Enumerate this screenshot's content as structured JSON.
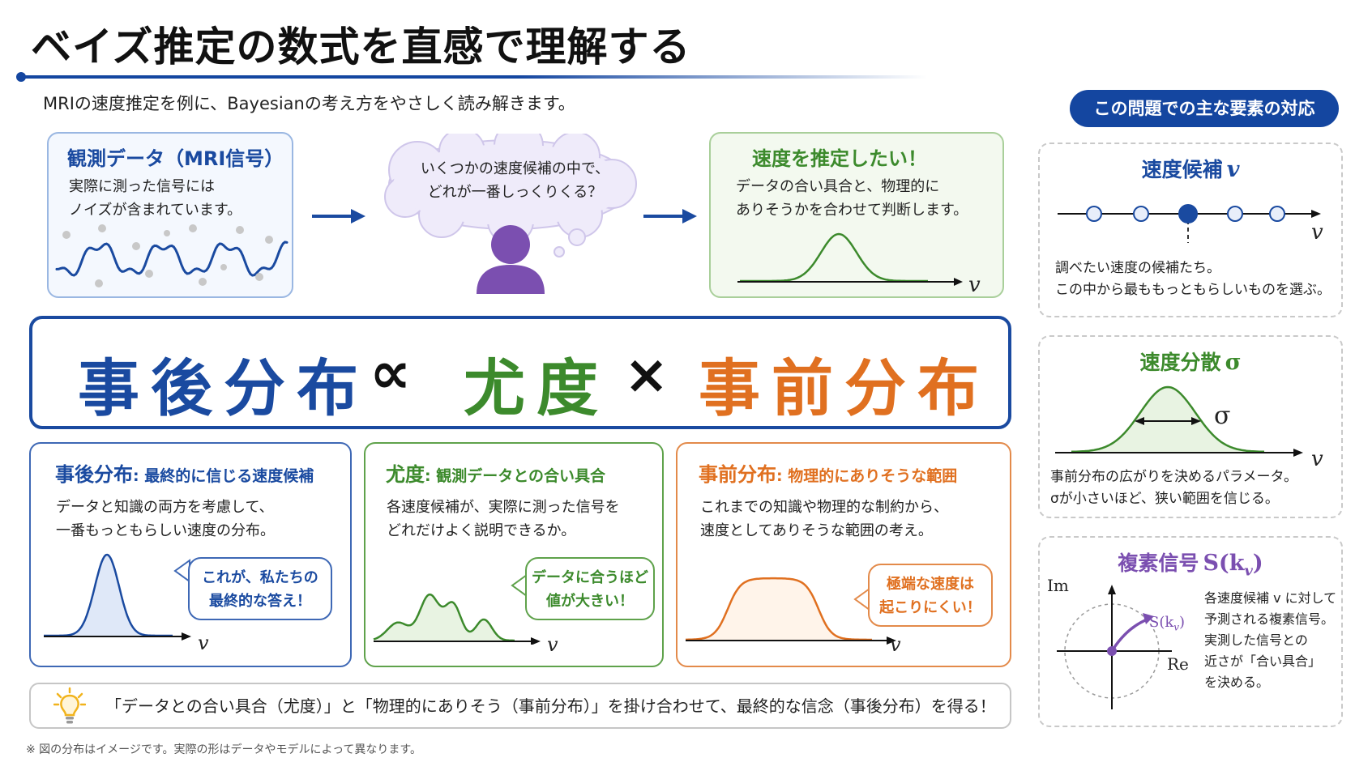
{
  "header": {
    "title": "ベイズ推定の数式を直感で理解する",
    "subtitle": "MRIの速度推定を例に、Bayesianの考え方をやさしく読み解きます。"
  },
  "top_row": {
    "observation": {
      "title": "観測データ（MRI信号）",
      "lines": [
        "実際に測った信号には",
        "ノイズが含まれています。"
      ]
    },
    "thought": {
      "lines": [
        "いくつかの速度候補の中で、",
        "どれが一番しっくりくる？"
      ]
    },
    "estimate": {
      "title": "速度を推定したい！",
      "lines": [
        "データの合い具合と、物理的に",
        "ありそうかを合わせて判断します。"
      ],
      "axis_label": "v"
    }
  },
  "formula": {
    "posterior": "事後分布",
    "propto": "∝",
    "likelihood": "尤度",
    "times": "×",
    "prior": "事前分布"
  },
  "cards": {
    "posterior": {
      "term": "事後分布",
      "subtitle": ": 最終的に信じる速度候補",
      "lines": [
        "データと知識の両方を考慮して、",
        "一番もっともらしい速度の分布。"
      ],
      "bubble": [
        "これが、私たちの",
        "最終的な答え！"
      ],
      "axis_label": "v"
    },
    "likelihood": {
      "term": "尤度",
      "subtitle": ": 観測データとの合い具合",
      "lines": [
        "各速度候補が、実際に測った信号を",
        "どれだけよく説明できるか。"
      ],
      "bubble": [
        "データに合うほど",
        "値が大きい！"
      ],
      "axis_label": "v"
    },
    "prior": {
      "term": "事前分布",
      "subtitle": ": 物理的にありそうな範囲",
      "lines": [
        "これまでの知識や物理的な制約から、",
        "速度としてありそうな範囲の考え。"
      ],
      "bubble": [
        "極端な速度は",
        "起こりにくい！"
      ],
      "axis_label": "v"
    }
  },
  "bottom": {
    "text": "「データとの合い具合（尤度）」と「物理的にありそう（事前分布）」を掛け合わせて、最終的な信念（事後分布）を得る！",
    "footnote": "※ 図の分布はイメージです。実際の形はデータやモデルによって異なります。"
  },
  "sidebar": {
    "pill": "この問題での主な要素の対応",
    "velocity": {
      "title": "速度候補",
      "symbol": "v",
      "axis_label": "v",
      "lines": [
        "調べたい速度の候補たち。",
        "この中から最ももっともらしいものを選ぶ。"
      ]
    },
    "sigma": {
      "title": "速度分散",
      "symbol": "σ",
      "width_label": "σ",
      "axis_label": "v",
      "lines": [
        "事前分布の広がりを決めるパラメータ。",
        "σが小さいほど、狭い範囲を信じる。"
      ]
    },
    "signal": {
      "title": "複素信号",
      "symbol_main": "S(k",
      "symbol_sub": "v",
      "symbol_close": ")",
      "im_label": "Im",
      "re_label": "Re",
      "point_main": "S(k",
      "point_sub": "v",
      "point_close": ")",
      "lines": [
        "各速度候補 v に対して",
        "予測される複素信号。",
        "実測した信号との",
        "近さが「合い具合」",
        "を決める。"
      ]
    }
  },
  "colors": {
    "blue": "#1a4aa0",
    "green": "#3c8a2c",
    "orange": "#e07020",
    "purple": "#7b4fb0"
  }
}
